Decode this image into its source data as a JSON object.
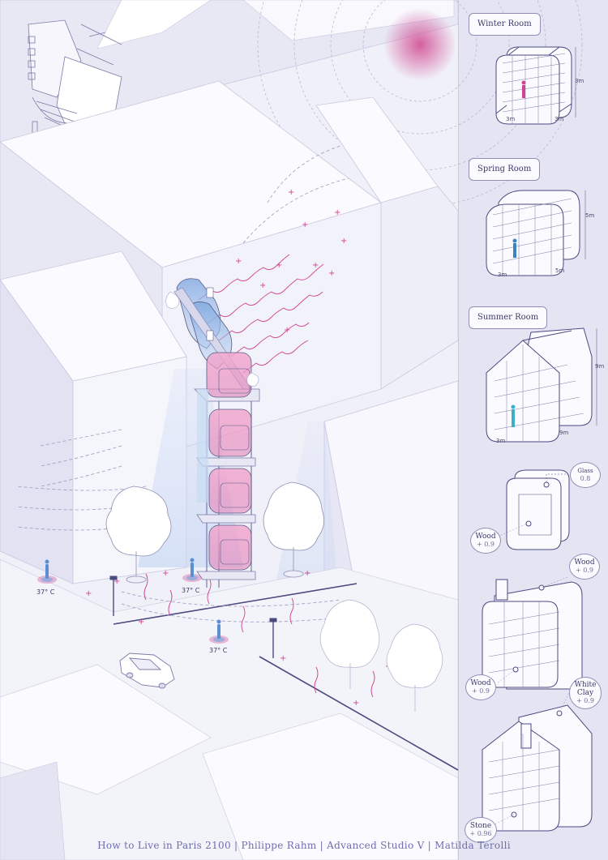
{
  "rooms": {
    "winter": {
      "label": "Winter Room",
      "dim_height": "3m",
      "dim_width": "3m",
      "dim_depth": "3m"
    },
    "spring": {
      "label": "Spring Room",
      "dim_height": "5m",
      "dim_width": "3m",
      "dim_depth": "5m"
    },
    "summer": {
      "label": "Summer Room",
      "dim_height": "9m",
      "dim_width": "3m",
      "dim_depth": "9m"
    }
  },
  "materials": {
    "glass": {
      "name": "Glass",
      "value": "0.8"
    },
    "wood_a": {
      "name": "Wood",
      "value": "+ 0.9"
    },
    "wood_b": {
      "name": "Wood",
      "value": "+ 0.9"
    },
    "wood_c": {
      "name": "Wood",
      "value": "+ 0.9"
    },
    "white_clay": {
      "name_line1": "White",
      "name_line2": "Clay",
      "value": "+ 0.9"
    },
    "stone": {
      "name": "Stone",
      "value": "+ 0.96"
    }
  },
  "temperatures": {
    "t1": "37° C",
    "t2": "37° C",
    "t3": "37° C"
  },
  "footer": {
    "credits": "How to Live in Paris 2100 | Philippe Rahm | Advanced Studio V | Matilda Terolli"
  },
  "colors": {
    "accent_pink": "#d0458f",
    "accent_blue": "#7fa8e0",
    "line": "#8f8fb5",
    "background": "#eeeef8"
  },
  "icons": [
    "north-arrow-icon",
    "sun-icon",
    "person-icon",
    "tree-icon",
    "car-icon",
    "street-lamp-icon"
  ]
}
